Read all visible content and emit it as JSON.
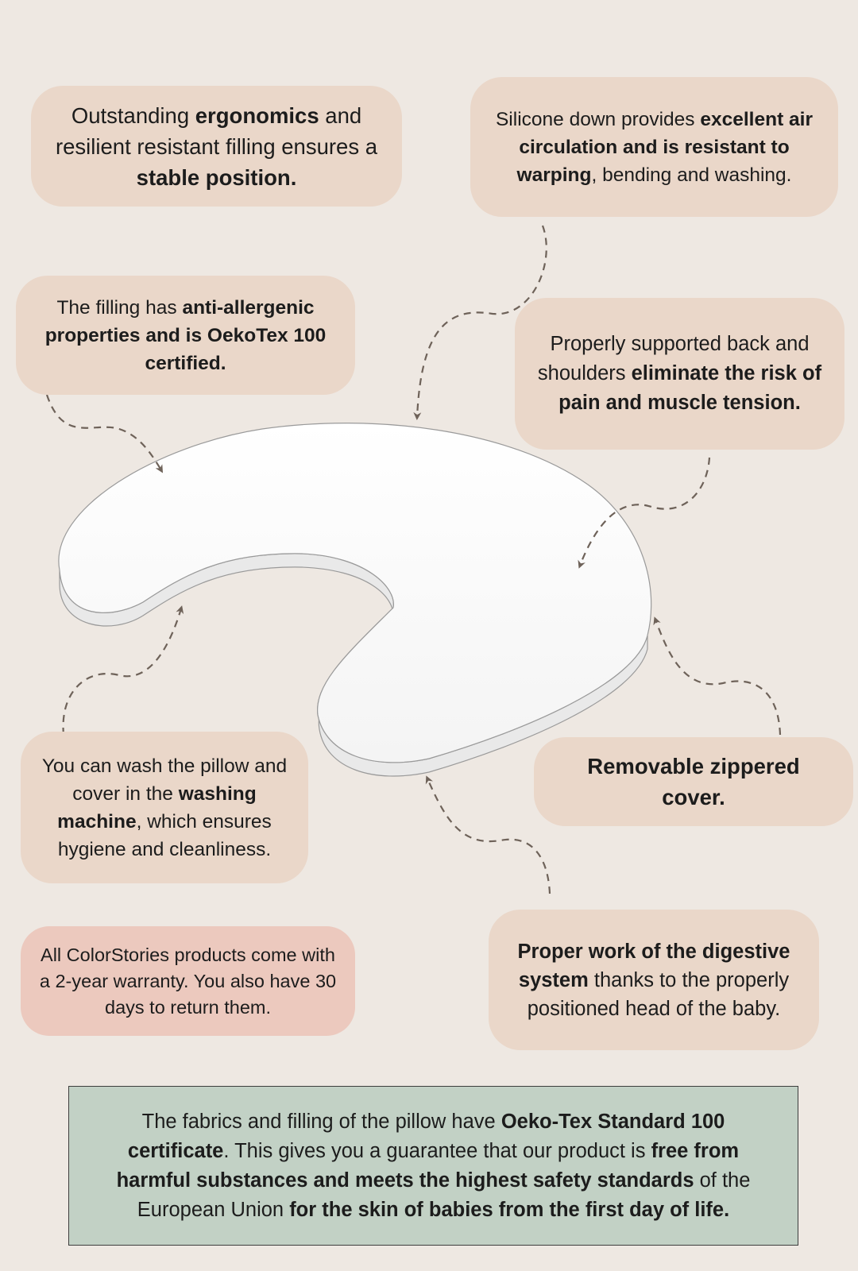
{
  "callouts": [
    {
      "id": "ergonomics",
      "segments": [
        {
          "t": "Outstanding ",
          "b": false
        },
        {
          "t": "ergonomics",
          "b": true
        },
        {
          "t": " and resilient resistant filling ensures a ",
          "b": false
        },
        {
          "t": "stable position.",
          "b": true
        }
      ]
    },
    {
      "id": "silicone-down",
      "segments": [
        {
          "t": "Silicone down provides ",
          "b": false
        },
        {
          "t": "excellent air circulation and is resistant to warping",
          "b": true
        },
        {
          "t": ", bending and washing.",
          "b": false
        }
      ]
    },
    {
      "id": "anti-allergenic",
      "segments": [
        {
          "t": "The filling has ",
          "b": false
        },
        {
          "t": "anti-allergenic properties and is OekoTex 100 certified.",
          "b": true
        }
      ]
    },
    {
      "id": "back-support",
      "segments": [
        {
          "t": "Properly supported back and shoulders ",
          "b": false
        },
        {
          "t": "eliminate the risk of pain and muscle tension.",
          "b": true
        }
      ]
    },
    {
      "id": "washing",
      "segments": [
        {
          "t": "You can wash the pillow and cover in the ",
          "b": false
        },
        {
          "t": "washing machine",
          "b": true
        },
        {
          "t": ", which ensures hygiene and cleanliness.",
          "b": false
        }
      ]
    },
    {
      "id": "zippered-cover",
      "segments": [
        {
          "t": "Removable zippered cover.",
          "b": true
        }
      ]
    },
    {
      "id": "warranty",
      "segments": [
        {
          "t": "All ColorStories products come with a 2-year warranty. You also have 30 days to return them.",
          "b": false
        }
      ]
    },
    {
      "id": "digestive",
      "segments": [
        {
          "t": "Proper work of the ",
          "b": true
        },
        {
          "t": "digestive system",
          "b": true
        },
        {
          "t": " thanks to the properly positioned head of the baby.",
          "b": false
        }
      ]
    }
  ],
  "certificate": {
    "segments": [
      {
        "t": "The fabrics and filling of the pillow have ",
        "b": false
      },
      {
        "t": "Oeko-Tex Standard 100 certificate",
        "b": true
      },
      {
        "t": ". This gives you a guarantee that our product is ",
        "b": false
      },
      {
        "t": "free from harmful substances and meets the highest safety standards",
        "b": true
      },
      {
        "t": " of the European Union ",
        "b": false
      },
      {
        "t": "for the skin of babies from the first day of life.",
        "b": true
      }
    ]
  },
  "colors": {
    "background": "#eee8e2",
    "callout": "#ead7c9",
    "warranty": "#ecc9be",
    "certificate": "#c2d1c5",
    "arrow": "#6e6259"
  }
}
